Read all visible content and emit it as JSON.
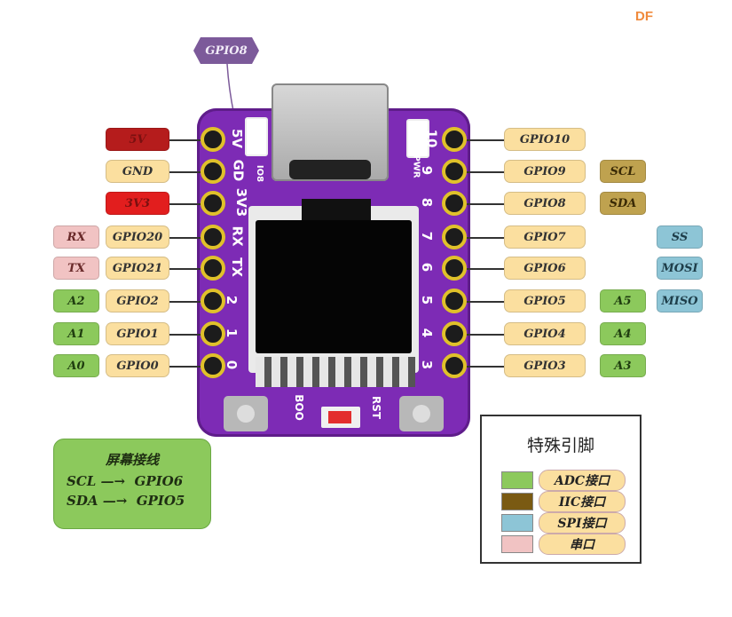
{
  "brand": "DF",
  "callout_top": "GPIO8",
  "board": {
    "left_silk": [
      "5V",
      "GD",
      "3V3",
      "RX",
      "TX",
      "2",
      "1",
      "0"
    ],
    "right_silk": [
      "10",
      "9",
      "8",
      "7",
      "6",
      "5",
      "4",
      "3"
    ],
    "small_labels": {
      "io8": "IO8",
      "pwr": "PWR",
      "boot": "BOO",
      "rst": "RST"
    }
  },
  "left_pins": [
    {
      "label": "5V",
      "kind": "pwr",
      "color": "#b51c1c"
    },
    {
      "label": "GND",
      "kind": "gpio"
    },
    {
      "label": "3V3",
      "kind": "pwr",
      "color": "#e21e1e"
    },
    {
      "label": "GPIO20",
      "kind": "gpio",
      "extra": "RX",
      "extra_kind": "uart"
    },
    {
      "label": "GPIO21",
      "kind": "gpio",
      "extra": "TX",
      "extra_kind": "uart"
    },
    {
      "label": "GPIO2",
      "kind": "gpio",
      "extra": "A2",
      "extra_kind": "adc"
    },
    {
      "label": "GPIO1",
      "kind": "gpio",
      "extra": "A1",
      "extra_kind": "adc"
    },
    {
      "label": "GPIO0",
      "kind": "gpio",
      "extra": "A0",
      "extra_kind": "adc"
    }
  ],
  "right_pins": [
    {
      "label": "GPIO10"
    },
    {
      "label": "GPIO9",
      "extra": "SCL",
      "extra_kind": "iic"
    },
    {
      "label": "GPIO8",
      "extra": "SDA",
      "extra_kind": "iic"
    },
    {
      "label": "GPIO7",
      "extra2": "SS",
      "extra2_kind": "spi"
    },
    {
      "label": "GPIO6",
      "extra2": "MOSI",
      "extra2_kind": "spi"
    },
    {
      "label": "GPIO5",
      "extra": "A5",
      "extra_kind": "adc",
      "extra2": "MISO",
      "extra2_kind": "spi"
    },
    {
      "label": "GPIO4",
      "extra": "A4",
      "extra_kind": "adc"
    },
    {
      "label": "GPIO3",
      "extra": "A3",
      "extra_kind": "adc"
    }
  ],
  "screen_note": {
    "title": "屏幕接线",
    "line1": "SCL —→  GPIO6",
    "line2": "SDA —→  GPIO5"
  },
  "legend": {
    "title": "特殊引脚",
    "items": [
      {
        "label": "ADC接口",
        "color": "#8cc95c"
      },
      {
        "label": "IIC接口",
        "color": "#7a5a12"
      },
      {
        "label": "SPI接口",
        "color": "#8dc5d6"
      },
      {
        "label": "串口",
        "color": "#f1c3c3"
      }
    ]
  }
}
